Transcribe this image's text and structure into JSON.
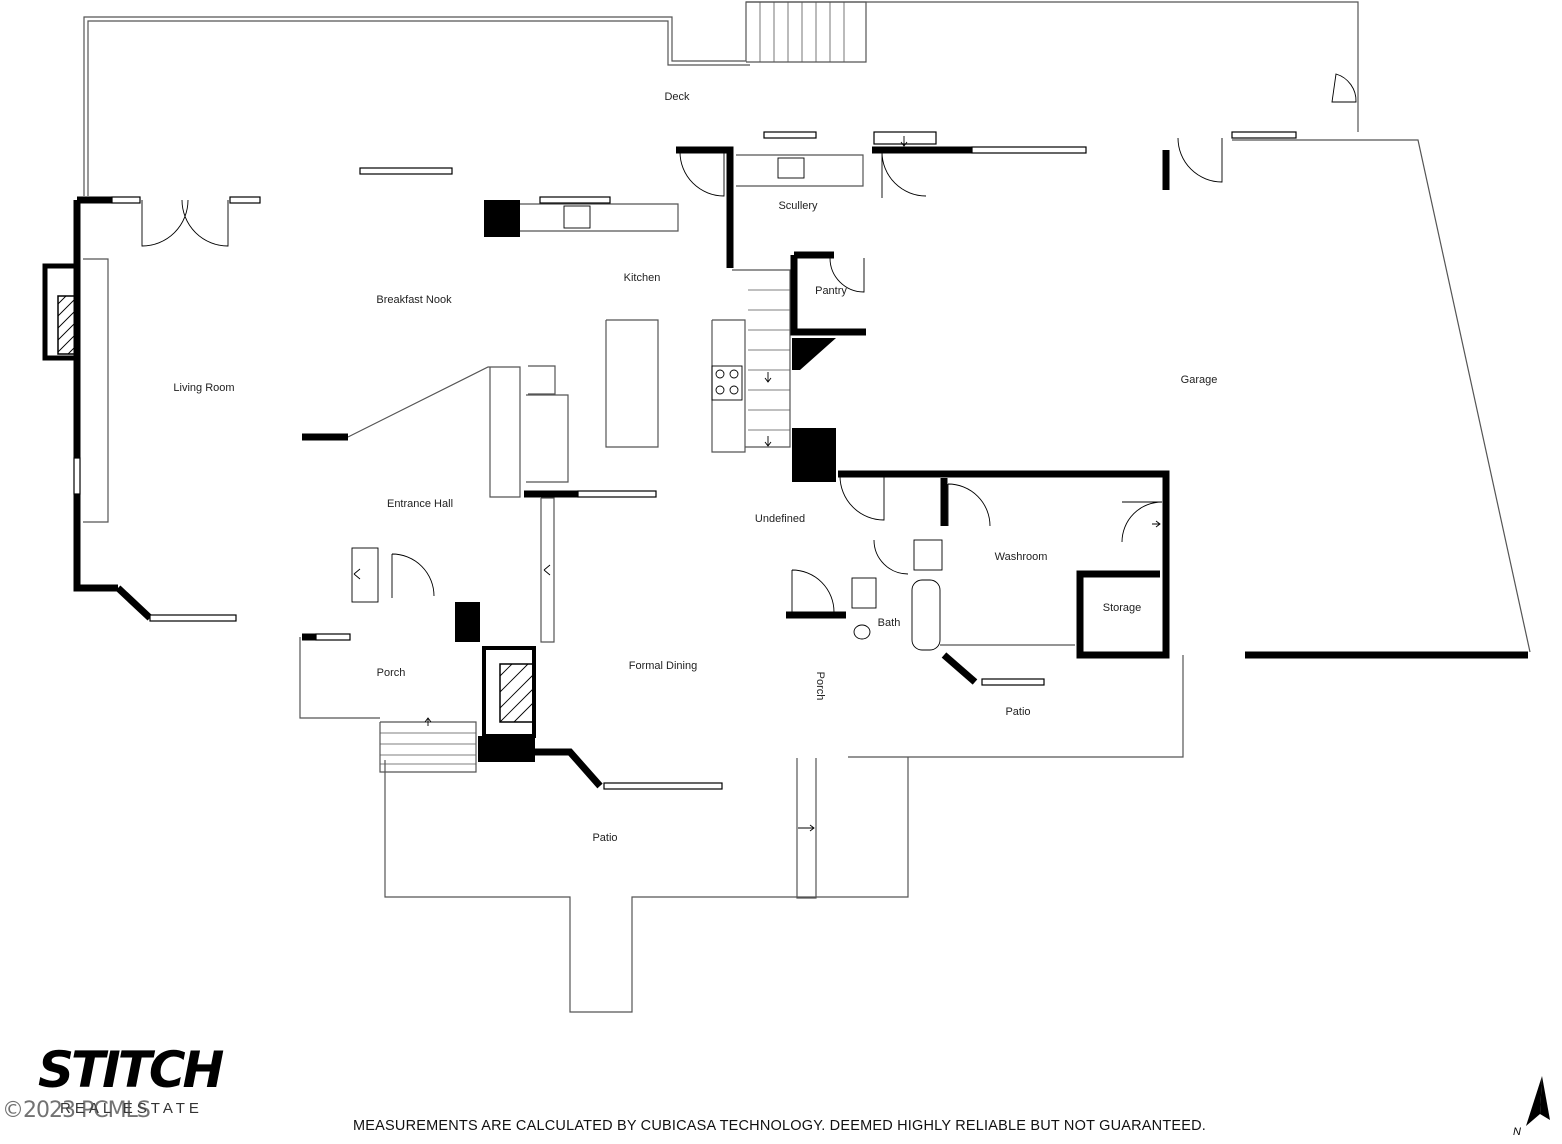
{
  "rooms": {
    "deck": "Deck",
    "scullery": "Scullery",
    "kitchen": "Kitchen",
    "breakfast_nook": "Breakfast Nook",
    "pantry": "Pantry",
    "living_room": "Living Room",
    "garage": "Garage",
    "entrance_hall": "Entrance Hall",
    "undefined": "Undefined",
    "washroom": "Washroom",
    "storage": "Storage",
    "bath": "Bath",
    "porch_west": "Porch",
    "formal_dining": "Formal Dining",
    "porch_east": "Porch",
    "patio_east": "Patio",
    "patio_south": "Patio"
  },
  "branding": {
    "logo_word": "STITCH",
    "logo_sub": "REAL ESTATE",
    "copyright": "©2023 PCMLS"
  },
  "footer": {
    "disclaimer": "MEASUREMENTS ARE CALCULATED BY CUBICASA TECHNOLOGY. DEEMED HIGHLY RELIABLE BUT NOT GUARANTEED."
  },
  "compass": {
    "north_label": "N"
  },
  "colors": {
    "wall": "#000000",
    "outline": "#555555",
    "background": "#ffffff"
  }
}
